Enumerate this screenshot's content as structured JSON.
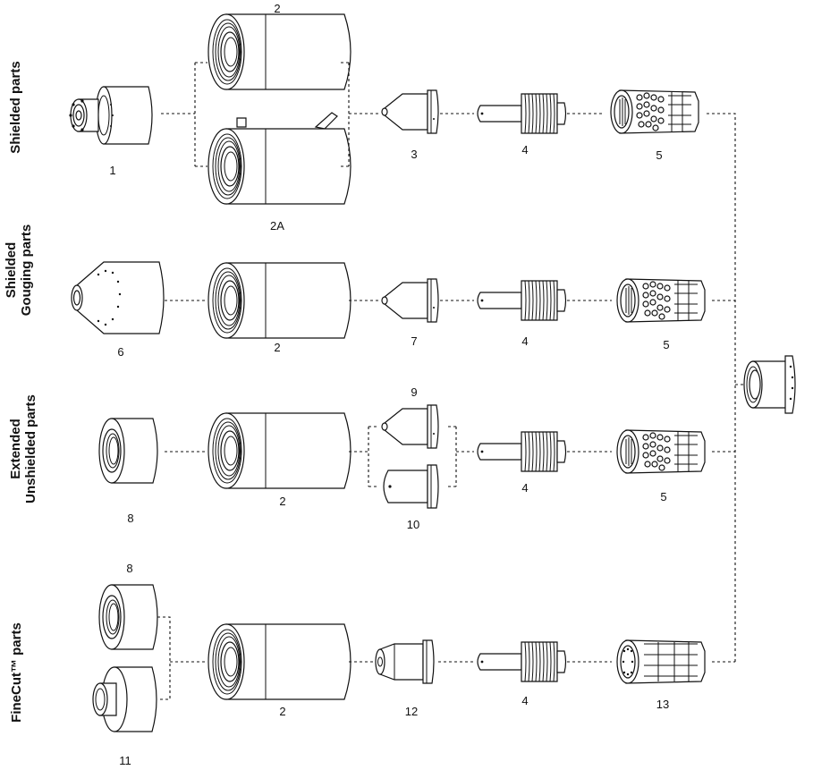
{
  "row_labels": {
    "shielded": [
      "Shielded parts"
    ],
    "gouging": [
      "Shielded",
      "Gouging parts"
    ],
    "extended": [
      "Extended",
      "Unshielded parts"
    ],
    "finecut": [
      "FineCut™ parts"
    ]
  },
  "part_numbers": {
    "r1_shield": "1",
    "r1_retaining_top": "2",
    "r1_retaining_bottom": "2A",
    "r1_nozzle": "3",
    "r1_electrode": "4",
    "r1_swirl": "5",
    "r2_shield": "6",
    "r2_retaining": "2",
    "r2_nozzle": "7",
    "r2_electrode": "4",
    "r2_swirl": "5",
    "r3_shield": "8",
    "r3_retaining": "2",
    "r3_nozzle_top": "9",
    "r3_nozzle_bottom": "10",
    "r3_electrode": "4",
    "r3_swirl": "5",
    "r4_shield_top": "8",
    "r4_shield_bottom": "11",
    "r4_retaining": "2",
    "r4_nozzle": "12",
    "r4_electrode": "4",
    "r4_swirl": "13"
  }
}
